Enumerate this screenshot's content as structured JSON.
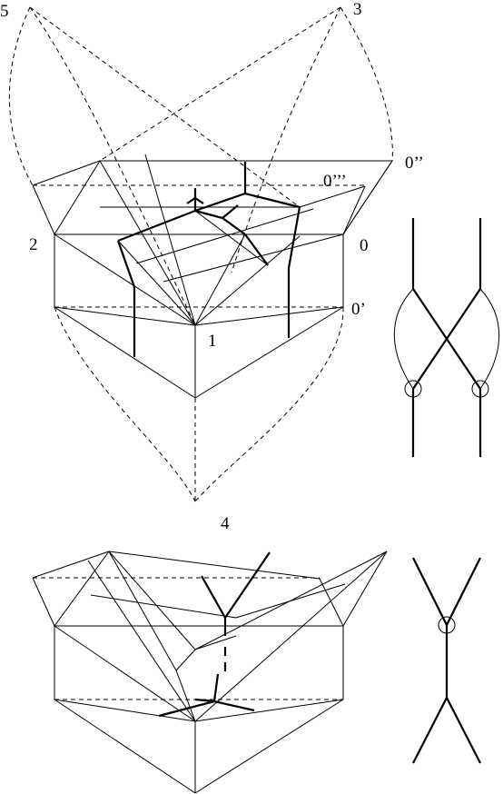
{
  "labels": {
    "v5": "5",
    "v3": "3",
    "v0pp": "0’’",
    "v0ppp": "0’’’",
    "v2": "2",
    "v0": "0",
    "v0p": "0’",
    "v1": "1",
    "v4": "4"
  }
}
